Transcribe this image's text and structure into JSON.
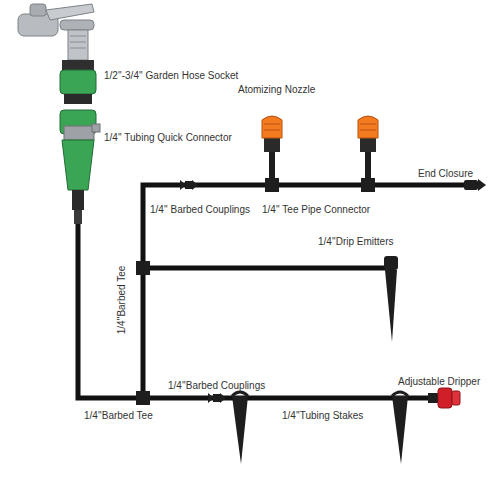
{
  "diagram": {
    "labels": [
      "1/2''-3/4'' Garden Hose Socket",
      "1/4'' Tubing Quick Connector",
      "Atomizing Nozzle",
      "1/4'' Barbed Couplings",
      "1/4'' Tee Pipe Connector",
      "End Closure",
      "1/4''Drip Emitters",
      "1/4''Barbed Tee",
      "1/4''Barbed Couplings",
      "Adjustable Dripper",
      "1/4''Barbed Tee",
      "1/4''Tubing Stakes"
    ]
  }
}
